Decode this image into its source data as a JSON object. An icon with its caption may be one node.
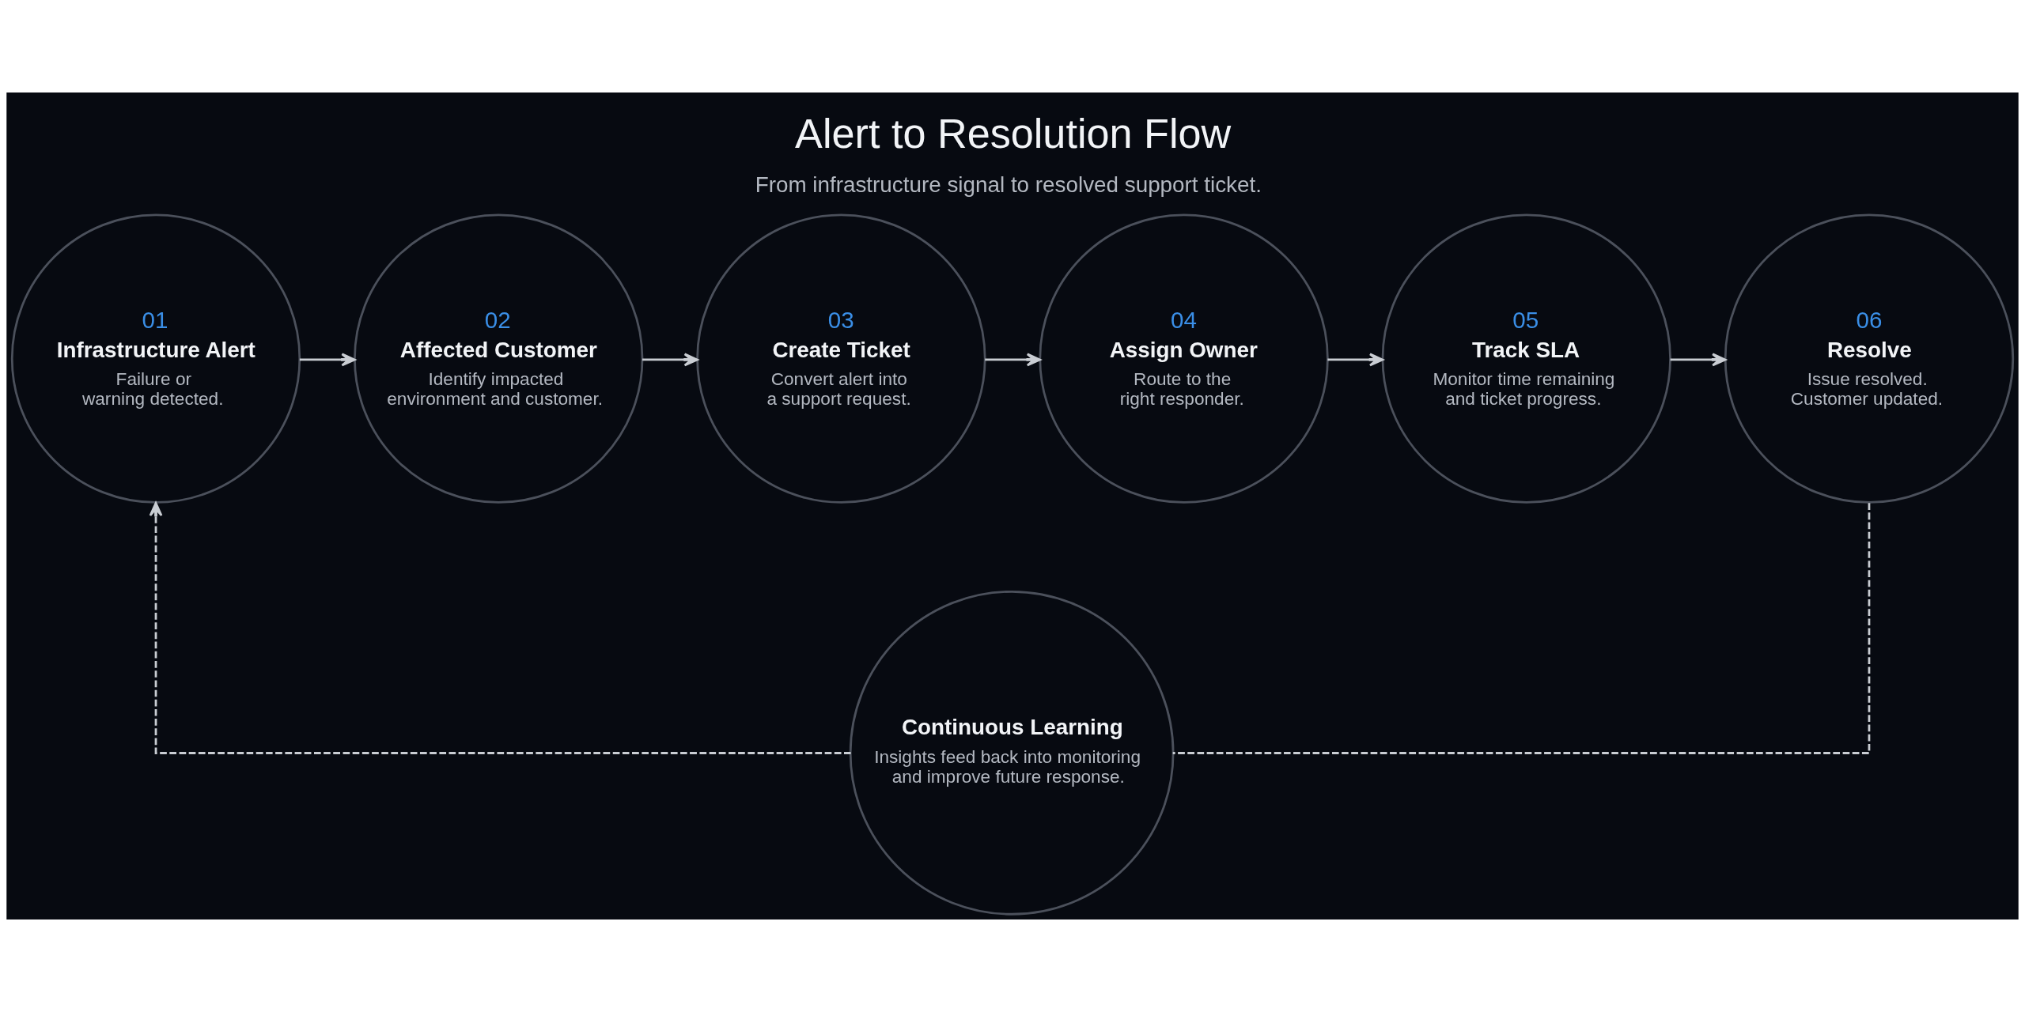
{
  "diagram": {
    "title": "Alert to Resolution Flow",
    "caption": "From infrastructure signal to resolved support ticket.",
    "nodes": [
      {
        "text": [
          "01",
          "Infrastructure Alert",
          "Failure or warning detected."
        ]
      },
      {
        "text": [
          "02",
          "Affected Customer",
          "Identify impacted environment and customer."
        ]
      },
      {
        "text": [
          "03",
          "Create Ticket",
          "Convert alert into a support request."
        ]
      },
      {
        "text": [
          "04",
          "Assign Owner",
          "Route to the right responder."
        ]
      },
      {
        "text": [
          "05",
          "Track SLA",
          "Monitor time remaining and ticket progress."
        ]
      },
      {
        "text": [
          "06",
          "Resolve",
          "Issue resolved. Customer updated."
        ]
      },
      {
        "text": [
          "Continuous Learning",
          "Insights feed back into monitoring and improve future response."
        ]
      }
    ],
    "edges": [
      {
        "from": 0,
        "to": 1,
        "arrow": "to"
      },
      {
        "from": 1,
        "to": 2,
        "arrow": "to"
      },
      {
        "from": 2,
        "to": 3,
        "arrow": "to"
      },
      {
        "from": 3,
        "to": 4,
        "arrow": "to"
      },
      {
        "from": 4,
        "to": 5,
        "arrow": "to"
      },
      {
        "from": 5,
        "to": 6,
        "arrow": "none",
        "style": "dashed"
      },
      {
        "from": 6,
        "to": 0,
        "arrow": "to",
        "style": "dashed"
      }
    ]
  }
}
